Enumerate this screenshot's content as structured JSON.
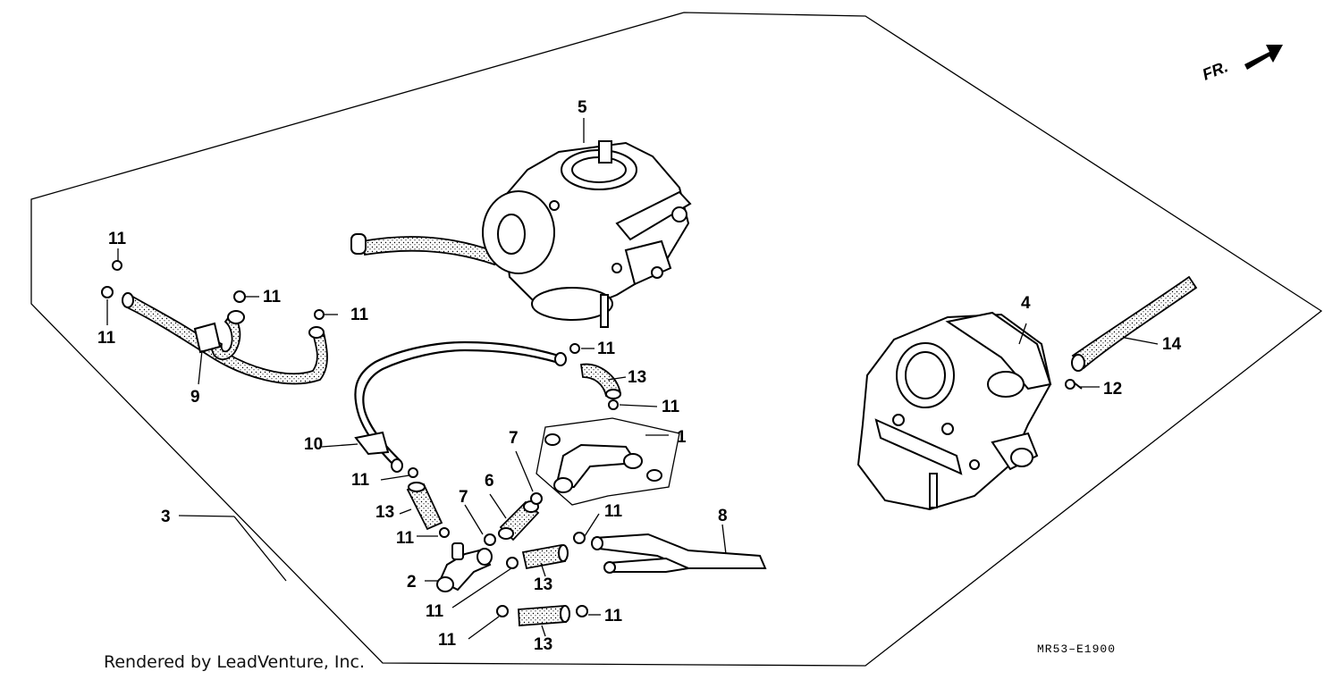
{
  "diagram": {
    "direction_label": "FR.",
    "diagram_code": "MR53–E1900",
    "credit": "Rendered by LeadVenture, Inc.",
    "callouts": [
      {
        "id": "c1",
        "text": "1"
      },
      {
        "id": "c2",
        "text": "2"
      },
      {
        "id": "c3",
        "text": "3"
      },
      {
        "id": "c4",
        "text": "4"
      },
      {
        "id": "c5",
        "text": "5"
      },
      {
        "id": "c6",
        "text": "6"
      },
      {
        "id": "c7a",
        "text": "7"
      },
      {
        "id": "c7b",
        "text": "7"
      },
      {
        "id": "c8",
        "text": "8"
      },
      {
        "id": "c9",
        "text": "9"
      },
      {
        "id": "c10",
        "text": "10"
      },
      {
        "id": "c11a",
        "text": "11"
      },
      {
        "id": "c11b",
        "text": "11"
      },
      {
        "id": "c11c",
        "text": "11"
      },
      {
        "id": "c11d",
        "text": "11"
      },
      {
        "id": "c11e",
        "text": "11"
      },
      {
        "id": "c11f",
        "text": "11"
      },
      {
        "id": "c11g",
        "text": "11"
      },
      {
        "id": "c11h",
        "text": "11"
      },
      {
        "id": "c11i",
        "text": "11"
      },
      {
        "id": "c11j",
        "text": "11"
      },
      {
        "id": "c11k",
        "text": "11"
      },
      {
        "id": "c11l",
        "text": "11"
      },
      {
        "id": "c11m",
        "text": "11"
      },
      {
        "id": "c12",
        "text": "12"
      },
      {
        "id": "c13a",
        "text": "13"
      },
      {
        "id": "c13b",
        "text": "13"
      },
      {
        "id": "c13c",
        "text": "13"
      },
      {
        "id": "c13d",
        "text": "13"
      },
      {
        "id": "c14",
        "text": "14"
      }
    ]
  }
}
